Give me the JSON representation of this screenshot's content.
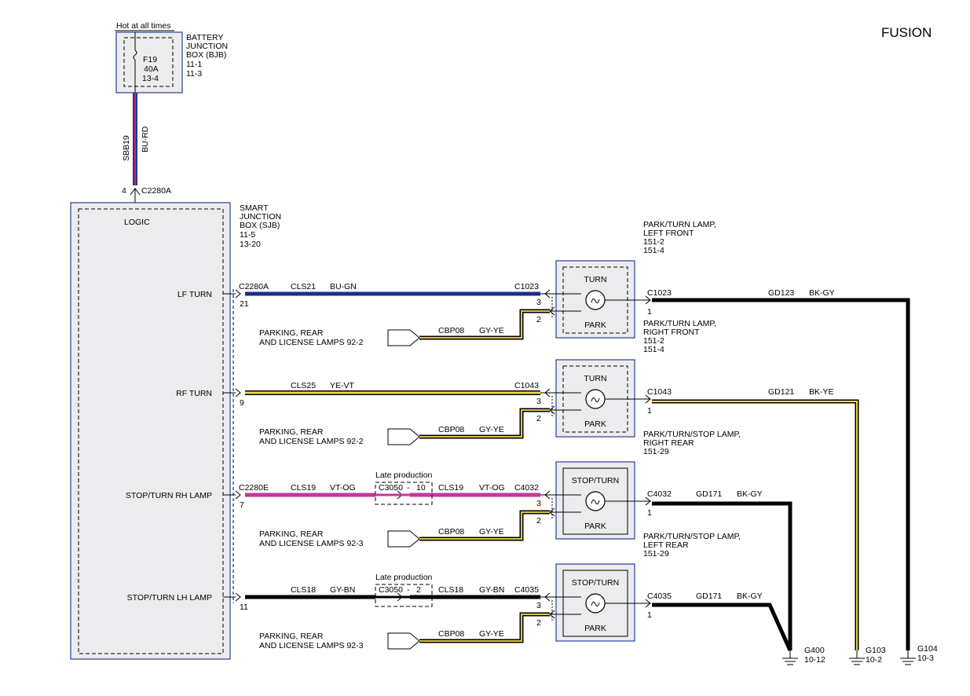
{
  "page": {
    "model": "FUSION",
    "hot_label": "Hot at all times"
  },
  "bjb": {
    "name": [
      "BATTERY",
      "JUNCTION",
      "BOX (BJB)",
      "11-1",
      "11-3"
    ],
    "fuse": [
      "F19",
      "40A",
      "13-4"
    ]
  },
  "feed": {
    "circuit": "SBB19",
    "color": "BU-RD",
    "pin": "4",
    "connector": "C2280A"
  },
  "sjb": {
    "name": [
      "SMART",
      "JUNCTION",
      "BOX (SJB)",
      "11-5",
      "13-20"
    ],
    "logic": "LOGIC"
  },
  "branches": [
    {
      "output": "LF TURN",
      "connector_in": "C2280A",
      "pin_in": "21",
      "circuit": "CLS21",
      "color": "BU-GN",
      "wire_color": "#1c2d8c",
      "stripe": null,
      "connector_out": "C1023",
      "lamp_name": [
        "PARK/TURN LAMP,",
        "LEFT FRONT",
        "151-2",
        "151-4"
      ],
      "lamp_top": "TURN",
      "lamp_bottom": "PARK",
      "pin_turn": "3",
      "pin_park": "2",
      "pin_ground": "1",
      "ground_connector": "C1023",
      "ground_circuit": "GD123",
      "ground_color": "BK-GY",
      "feed_text": [
        "PARKING, REAR",
        "AND LICENSE LAMPS  92-2"
      ],
      "feed_circuit": "CBP08",
      "feed_color": "GY-YE"
    },
    {
      "output": "RF TURN",
      "connector_in": "",
      "pin_in": "9",
      "circuit": "CLS25",
      "color": "YE-VT",
      "wire_color": "#e8d24a",
      "stripe": "#7a3a8a",
      "connector_out": "C1043",
      "lamp_name": [
        "PARK/TURN LAMP,",
        "RIGHT FRONT",
        "151-2",
        "151-4"
      ],
      "lamp_top": "TURN",
      "lamp_bottom": "PARK",
      "pin_turn": "3",
      "pin_park": "2",
      "pin_ground": "1",
      "ground_connector": "C1043",
      "ground_circuit": "GD121",
      "ground_color": "BK-YE",
      "feed_text": [
        "PARKING, REAR",
        "AND LICENSE LAMPS  92-2"
      ],
      "feed_circuit": "CBP08",
      "feed_color": "GY-YE"
    },
    {
      "output": "STOP/TURN RH LAMP",
      "connector_in": "C2280E",
      "pin_in": "7",
      "circuit": "CLS19",
      "color": "VT-OG",
      "wire_color": "#c8369a",
      "stripe": null,
      "inline_label": "Late production",
      "inline_connector": "C3050",
      "inline_pin": "10",
      "circuit2": "CLS19",
      "color2": "VT-OG",
      "connector_out": "C4032",
      "lamp_name": [
        "PARK/TURN/STOP LAMP,",
        "RIGHT REAR",
        "151-29"
      ],
      "lamp_top": "STOP/TURN",
      "lamp_bottom": "PARK",
      "pin_turn": "3",
      "pin_park": "2",
      "pin_ground": "1",
      "ground_connector": "C4032",
      "ground_circuit": "GD171",
      "ground_color": "BK-GY",
      "feed_text": [
        "PARKING, REAR",
        "AND LICENSE LAMPS  92-3"
      ],
      "feed_circuit": "CBP08",
      "feed_color": "GY-YE"
    },
    {
      "output": "STOP/TURN LH LAMP",
      "connector_in": "",
      "pin_in": "11",
      "circuit": "CLS18",
      "color": "GY-BN",
      "wire_color": "#000000",
      "stripe": null,
      "inline_label": "Late production",
      "inline_connector": "C3050",
      "inline_pin": "2",
      "circuit2": "CLS18",
      "color2": "GY-BN",
      "connector_out": "C4035",
      "lamp_name": [
        "PARK/TURN/STOP LAMP,",
        "LEFT REAR",
        "151-29"
      ],
      "lamp_top": "STOP/TURN",
      "lamp_bottom": "PARK",
      "pin_turn": "3",
      "pin_park": "2",
      "pin_ground": "1",
      "ground_connector": "C4035",
      "ground_circuit": "GD171",
      "ground_color": "BK-GY",
      "feed_text": [
        "PARKING, REAR",
        "AND LICENSE LAMPS  92-3"
      ],
      "feed_circuit": "CBP08",
      "feed_color": "GY-YE"
    }
  ],
  "grounds": [
    {
      "name": "G400",
      "ref": "10-12"
    },
    {
      "name": "G103",
      "ref": "10-2"
    },
    {
      "name": "G104",
      "ref": "10-3"
    }
  ]
}
